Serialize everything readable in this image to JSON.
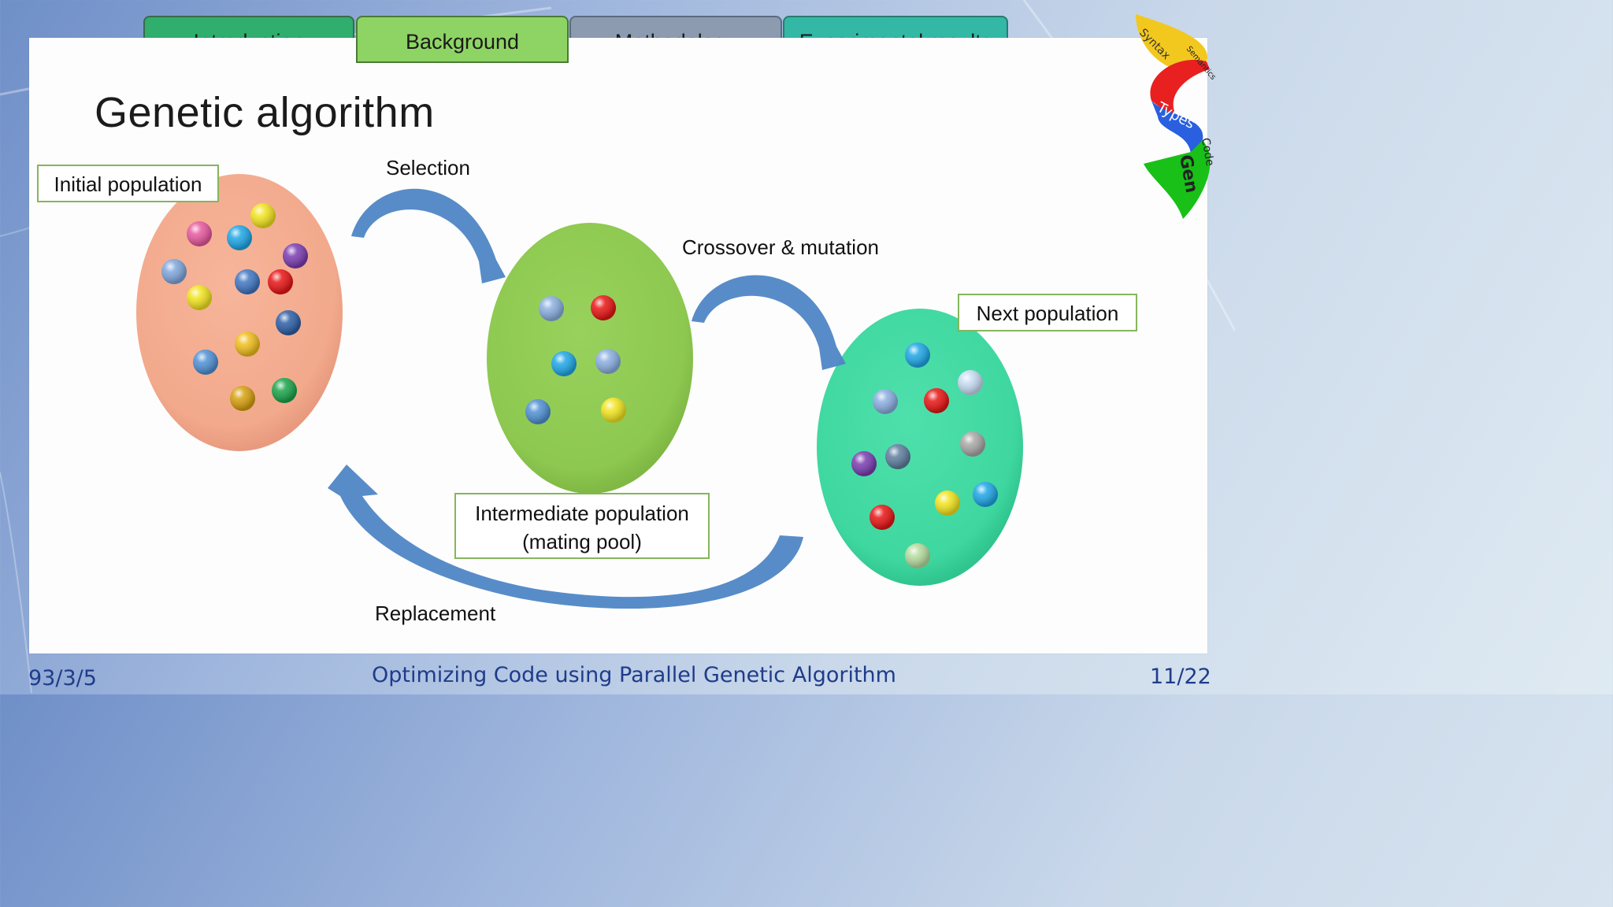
{
  "tabs": [
    {
      "label": "Introduction"
    },
    {
      "label": "Background"
    },
    {
      "label": "Methodology"
    },
    {
      "label": "Experimental results"
    }
  ],
  "slide": {
    "title": "Genetic algorithm"
  },
  "diagram": {
    "initial_population": "Initial population",
    "selection": "Selection",
    "crossover_mutation": "Crossover & mutation",
    "next_population": "Next population",
    "intermediate_population_line1": "Intermediate population",
    "intermediate_population_line2": "(mating pool)",
    "replacement": "Replacement"
  },
  "logo": {
    "words": [
      "Syntax",
      "Semantics",
      "Types",
      "Code",
      "Gen"
    ]
  },
  "footer": {
    "date": "93/3/5",
    "caption": "Optimizing Code using Parallel Genetic Algorithm",
    "page": "11/22"
  },
  "colors": {
    "initial_blob": "#f2a98c",
    "intermediate_blob": "#8dc850",
    "next_blob": "#3fd7a0",
    "arrow": "#4f86c6",
    "label_border": "#86b55c",
    "footer_text": "#1f3c8a"
  }
}
